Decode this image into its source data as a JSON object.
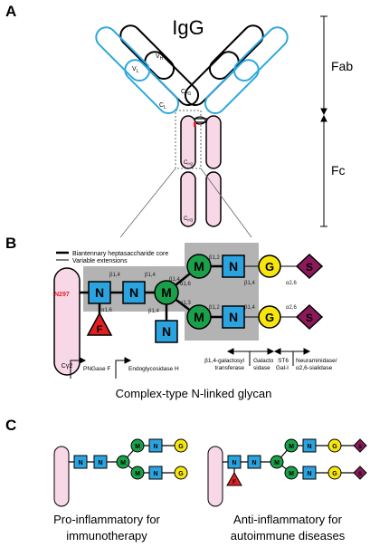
{
  "panels": {
    "a": {
      "letter": "A",
      "title": "IgG",
      "fab": "Fab",
      "fc": "Fc",
      "vh": "V",
      "vh_sub": "H",
      "vl": "V",
      "vl_sub": "L",
      "ch1": "C",
      "ch1_sub": "H1",
      "cl": "C",
      "cl_sub": "L",
      "ch2": "C",
      "ch2_sub": "H2",
      "ch3": "C",
      "ch3_sub": "H3"
    },
    "b": {
      "letter": "B",
      "legend_core": "Biantennary heptasaccharide core",
      "legend_ext": "Variable extensions",
      "n297": "N297",
      "cy2": "Cγ2",
      "bonds": {
        "b14a": "β1,4",
        "b14b": "β1,4",
        "a16": "α1,6",
        "a13": "α1,3",
        "b12a": "β1,2",
        "b12b": "β1,2",
        "b14c": "β1,4",
        "b14d": "β1,4",
        "b14e": "β1,4",
        "a16f": "α1,6",
        "a26a": "α2,6",
        "a26b": "α2,6"
      },
      "enzymes": {
        "png": "PNGase F",
        "endo": "Endoglycosidase H",
        "galt": "β1,4-galactosyl\ntransferase",
        "galsid": "Galacto\nsidase",
        "st6": "ST6\nGal-I",
        "neur": "Neuraminidase/\nα2,6-sialidase"
      },
      "caption": "Complex-type N-linked glycan"
    },
    "c": {
      "letter": "C",
      "left_caption": [
        "Pro-inflammatory for",
        "immunotherapy"
      ],
      "right_caption": [
        "Anti-inflammatory for",
        "autoimmune diseases"
      ]
    }
  },
  "glyphs": {
    "n": "N",
    "m": "M",
    "g": "G",
    "s": "S",
    "f": "F"
  },
  "colors": {
    "glcnac": "#2aa3df",
    "mannose": "#1aa04b",
    "galactose": "#f6e60e",
    "sialic": "#8c1a5b",
    "fucose": "#e02020",
    "fc_pink": "#f8d7e6",
    "light_chain": "#2ea8dc",
    "core_box": "#b3b3b3",
    "n297": "#e8202a"
  }
}
